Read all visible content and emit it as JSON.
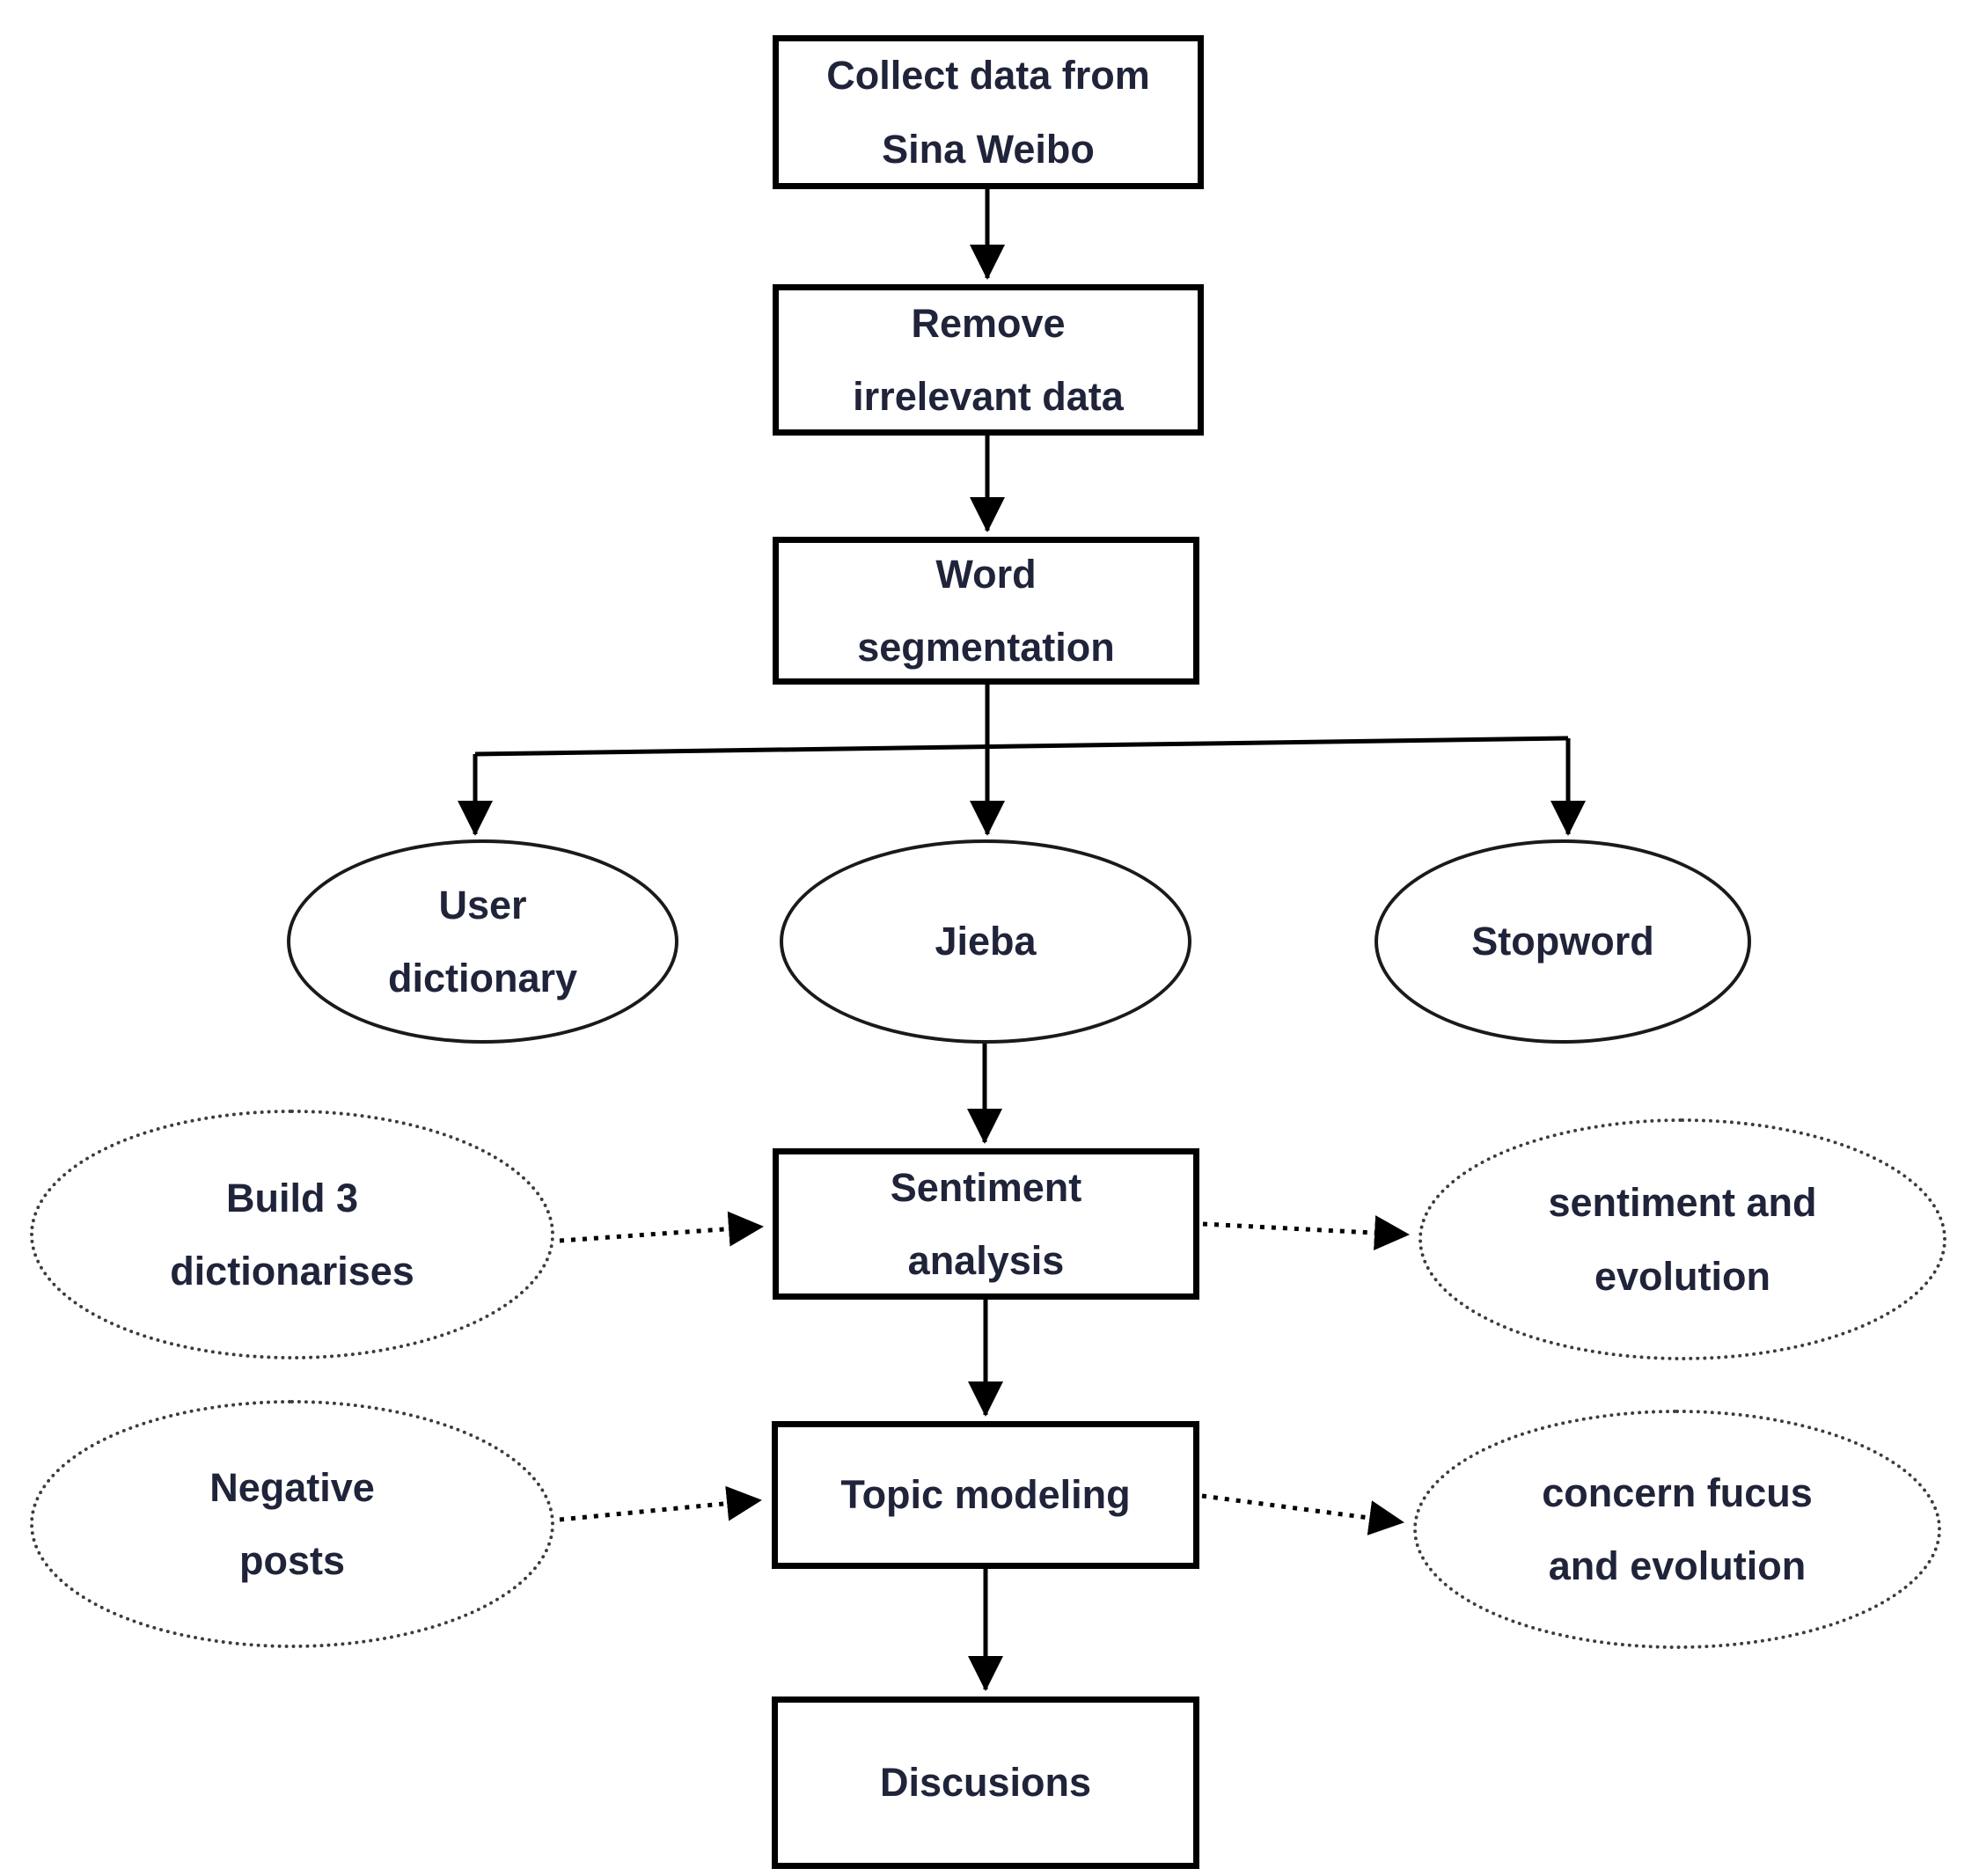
{
  "figure": {
    "type": "flowchart",
    "background_color": "#ffffff",
    "line_color": "#000000",
    "text_color": "#20243a",
    "nodes": {
      "collect_data": {
        "shape": "rect",
        "lines": [
          "Collect data from",
          "Sina Weibo"
        ]
      },
      "remove_irrelevant": {
        "shape": "rect",
        "lines": [
          "Remove",
          "irrelevant data"
        ]
      },
      "word_segmentation": {
        "shape": "rect",
        "lines": [
          "Word",
          "segmentation"
        ]
      },
      "user_dictionary": {
        "shape": "ellipse",
        "lines": [
          "User",
          "dictionary"
        ]
      },
      "jieba": {
        "shape": "ellipse",
        "lines": [
          "Jieba"
        ]
      },
      "stopword": {
        "shape": "ellipse",
        "lines": [
          "Stopword"
        ]
      },
      "build_3_dictionaries": {
        "shape": "ellipse-dotted",
        "lines": [
          "Build 3",
          "dictionarises"
        ]
      },
      "sentiment_analysis": {
        "shape": "rect",
        "lines": [
          "Sentiment",
          "analysis"
        ]
      },
      "sentiment_evolution": {
        "shape": "ellipse-dotted",
        "lines": [
          "sentiment and",
          "evolution"
        ]
      },
      "negative_posts": {
        "shape": "ellipse-dotted",
        "lines": [
          "Negative",
          "posts"
        ]
      },
      "topic_modeling": {
        "shape": "rect",
        "lines": [
          "Topic modeling"
        ]
      },
      "concern_focus": {
        "shape": "ellipse-dotted",
        "lines": [
          "concern fucus",
          "and evolution"
        ]
      },
      "discussions": {
        "shape": "rect",
        "lines": [
          "Discusions"
        ]
      }
    },
    "edges": [
      {
        "from": "collect_data",
        "to": "remove_irrelevant",
        "style": "solid"
      },
      {
        "from": "remove_irrelevant",
        "to": "word_segmentation",
        "style": "solid"
      },
      {
        "from": "word_segmentation",
        "to": "user_dictionary",
        "style": "solid"
      },
      {
        "from": "word_segmentation",
        "to": "jieba",
        "style": "solid"
      },
      {
        "from": "word_segmentation",
        "to": "stopword",
        "style": "solid"
      },
      {
        "from": "jieba",
        "to": "sentiment_analysis",
        "style": "solid"
      },
      {
        "from": "build_3_dictionaries",
        "to": "sentiment_analysis",
        "style": "dotted"
      },
      {
        "from": "sentiment_analysis",
        "to": "sentiment_evolution",
        "style": "dotted"
      },
      {
        "from": "sentiment_analysis",
        "to": "topic_modeling",
        "style": "solid"
      },
      {
        "from": "negative_posts",
        "to": "topic_modeling",
        "style": "dotted"
      },
      {
        "from": "topic_modeling",
        "to": "concern_focus",
        "style": "dotted"
      },
      {
        "from": "topic_modeling",
        "to": "discussions",
        "style": "solid"
      }
    ]
  }
}
